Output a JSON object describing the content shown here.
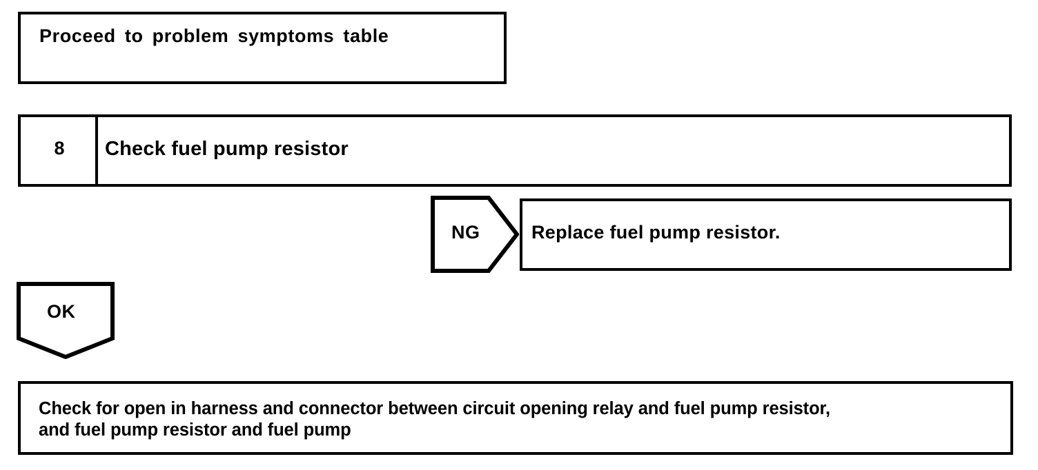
{
  "diagram": {
    "type": "troubleshooting-flowchart",
    "colors": {
      "line": "#000000",
      "background": "#ffffff",
      "text": "#000000"
    },
    "nodes": {
      "proceed": {
        "shape": "rectangle",
        "label": "Proceed to problem symptoms table"
      },
      "step": {
        "shape": "rectangle-split",
        "number": "8",
        "label": "Check fuel pump resistor"
      },
      "ng_connector": {
        "shape": "pentagon-right",
        "label": "NG"
      },
      "replace": {
        "shape": "rectangle",
        "label": "Replace fuel pump resistor."
      },
      "ok_connector": {
        "shape": "pentagon-down",
        "label": "OK"
      },
      "harness": {
        "shape": "rectangle",
        "line1": "Check for open in harness and connector between circuit opening relay and fuel pump resistor,",
        "line2": "and fuel pump resistor and fuel pump"
      }
    }
  }
}
